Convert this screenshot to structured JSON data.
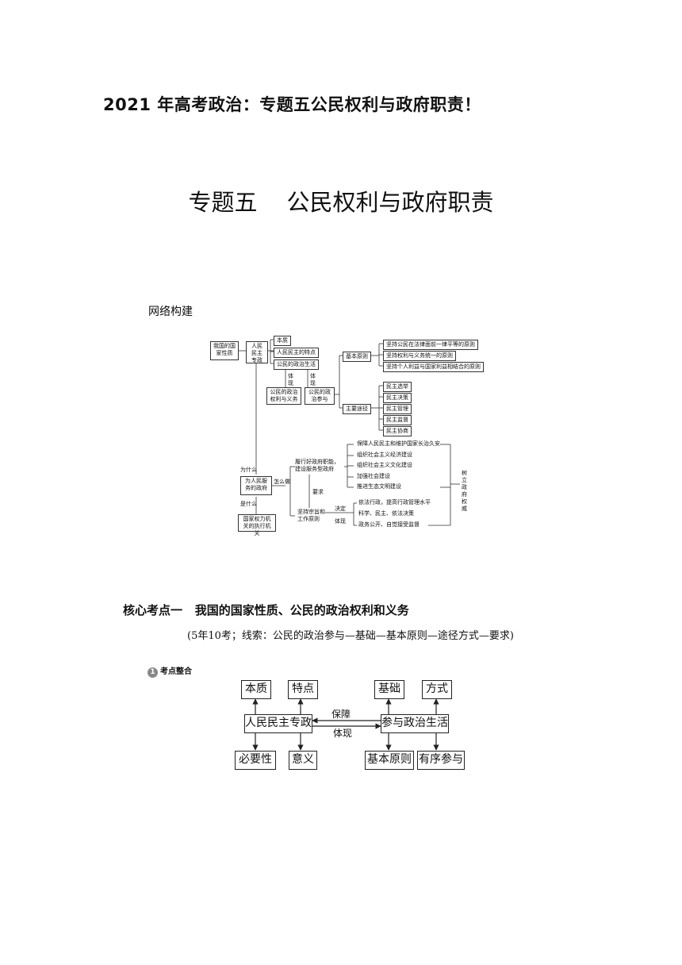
{
  "doc_title": "2021 年高考政治：专题五公民权利与政府职责！",
  "topic": {
    "number": "专题五",
    "name": "公民权利与政府职责"
  },
  "network": {
    "label": "网络构建",
    "state_nature": "我国的国家性质",
    "democratic_dictatorship": "人民民主专政",
    "essence": "本质",
    "feature": "人民民主的特点",
    "political_life": "公民的政治生活",
    "embody1": "体现",
    "embody2": "体现",
    "rights_duties": "公民的政治权利与义务",
    "participation": "公民的政治参与",
    "basic_principles": "基本原则",
    "principles": [
      "坚持公民在法律面前一律平等的原则",
      "坚持权利与义务统一的原则",
      "坚持个人利益与国家利益相结合的原则"
    ],
    "main_ways": "主要途径",
    "ways": [
      "民主选举",
      "民主决策",
      "民主管理",
      "民主监督",
      "民主协商"
    ],
    "why": "为什么",
    "serve_people": "为人民服务的政府",
    "how": "怎么做",
    "what": "是什么",
    "state_organ": "国家权力机关的执行机关",
    "fulfill": "履行好政府职能，建设服务型政府",
    "functions": [
      "保障人民民主和维护国家长治久安",
      "组织社会主义经济建设",
      "组织社会主义文化建设",
      "加强社会建设",
      "推进生态文明建设"
    ],
    "require": "要求",
    "adhere": "坚持宗旨和工作原则",
    "decide": "决定",
    "embody3": "体现",
    "work_principles": [
      "依法行政，提高行政管理水平",
      "科学、民主、依法决策",
      "政务公开、自觉接受监督"
    ],
    "authority": "树立政府权威"
  },
  "core_point": {
    "label": "核心考点一",
    "title": "我国的国家性质、公民的政治权利和义务"
  },
  "clue_text": "(5年10考；线索：公民的政治参与—基础—基本原则—途径方式—要求)",
  "badge": {
    "number": "1",
    "text": "考点整合"
  },
  "diagram": {
    "essence": "本质",
    "feature": "特点",
    "dictatorship": "人民民主专政",
    "necessity": "必要性",
    "significance": "意义",
    "guarantee": "保障",
    "embody": "体现",
    "basis": "基础",
    "manner": "方式",
    "participate": "参与政治生活",
    "principle": "基本原则",
    "orderly": "有序参与"
  }
}
